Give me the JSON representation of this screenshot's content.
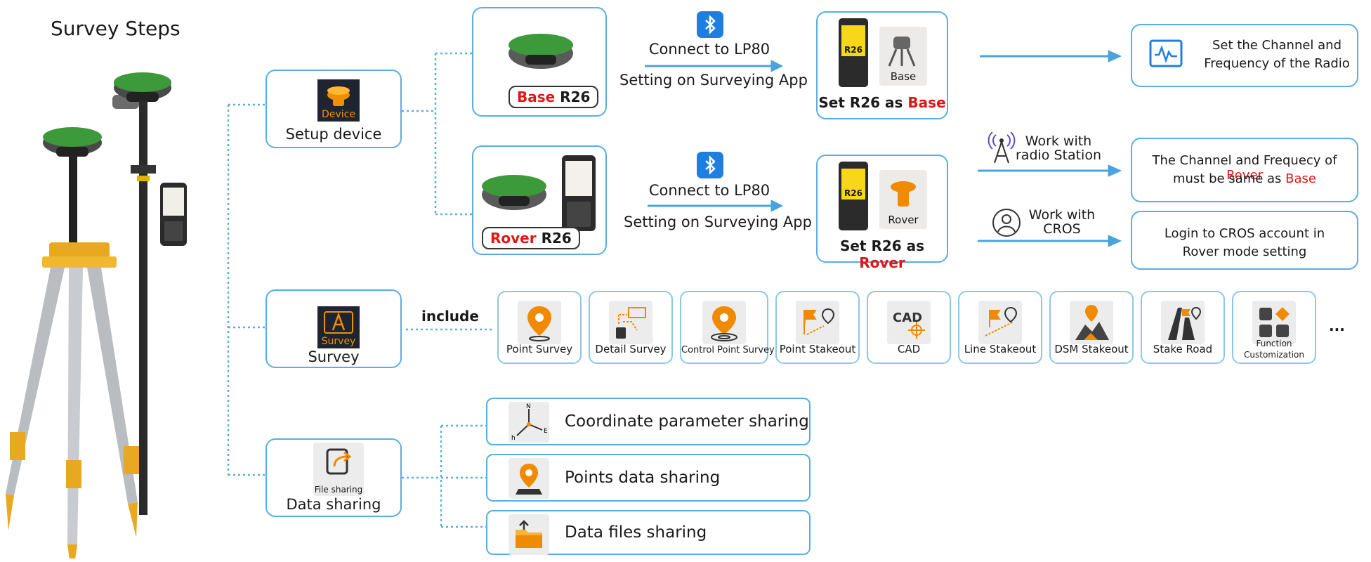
{
  "title": "Survey Steps",
  "colors": {
    "line_blue": "#5aaee0",
    "arrow_blue": "#4aa3dc",
    "accent_red": "#e01616",
    "icon_orange": "#f08a00"
  },
  "setup": {
    "node": {
      "icon_text": "Device",
      "label": "Setup device"
    },
    "base_device": {
      "badge_prefix": "Base",
      "badge_suffix": " R26"
    },
    "rover_device": {
      "badge_prefix": "Rover",
      "badge_suffix": " R26"
    },
    "base_connect": {
      "line1": "Connect to LP80",
      "line2": "Setting on Surveying App"
    },
    "rover_connect": {
      "line1": "Connect to LP80",
      "line2": "Setting on Surveying App"
    },
    "base_set": {
      "phone_text": "R26",
      "icon_label": "Base",
      "caption_prefix": "Set R26 as ",
      "caption_mode": "Base"
    },
    "rover_set": {
      "phone_text": "R26",
      "icon_label": "Rover",
      "caption_prefix": "Set R26 as ",
      "caption_mode": "Rover"
    },
    "radio_option": {
      "line1": "Work with",
      "line2": "radio Station"
    },
    "cros_option": {
      "line1": "Work with",
      "line2": "CROS"
    },
    "result_radio": {
      "line1": "Set the Channel and",
      "line2": "Frequency of the Radio"
    },
    "result_same": {
      "line1_prefix": "The Channel and Frequecy of ",
      "line1_red": "Rover",
      "line2_prefix": "must be same as ",
      "line2_red": "Base"
    },
    "result_cros": {
      "line1": "Login to CROS account in",
      "line2": "Rover mode setting"
    }
  },
  "survey": {
    "node": {
      "icon_text": "Survey",
      "label": "Survey"
    },
    "include_label": "include",
    "functions": [
      {
        "label": "Point Survey",
        "icon": "map-pin-icon"
      },
      {
        "label": "Detail Survey",
        "icon": "detail-survey-icon"
      },
      {
        "label": "Control Point Survey",
        "icon": "control-point-icon"
      },
      {
        "label": "Point Stakeout",
        "icon": "point-stakeout-icon"
      },
      {
        "label": "CAD",
        "icon": "cad-icon"
      },
      {
        "label": "Line Stakeout",
        "icon": "line-stakeout-icon"
      },
      {
        "label": "DSM Stakeout",
        "icon": "dsm-stakeout-icon"
      },
      {
        "label": "Stake Road",
        "icon": "stake-road-icon"
      },
      {
        "label_line1": "Function",
        "label_line2": "Customization",
        "icon": "function-grid-icon"
      }
    ],
    "more": "..."
  },
  "data_sharing": {
    "node": {
      "icon_text": "File sharing",
      "label": "Data sharing"
    },
    "items": [
      {
        "label": "Coordinate parameter sharing",
        "icon": "axes-icon"
      },
      {
        "label": "Points data sharing",
        "icon": "map-pin-icon"
      },
      {
        "label": "Data files sharing",
        "icon": "folder-upload-icon"
      }
    ]
  }
}
